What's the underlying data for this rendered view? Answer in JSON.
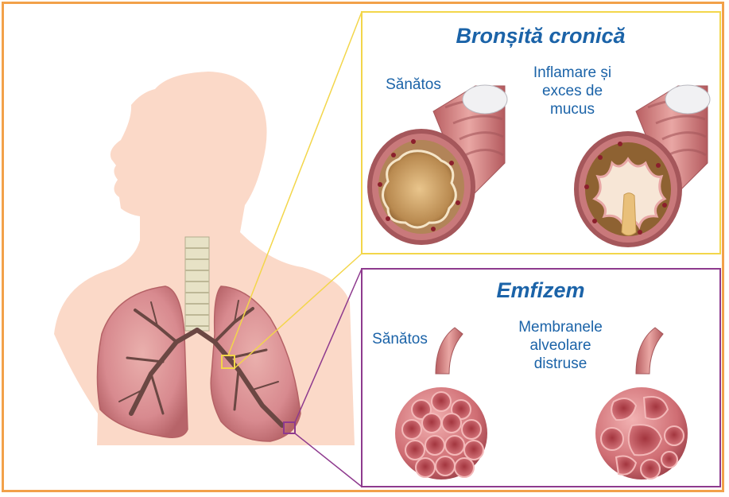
{
  "colors": {
    "frame_border": "#f2a14a",
    "bronchitis_panel_border": "#f3d64a",
    "emphysema_panel_border": "#8e3a8e",
    "label_text": "#1b63a8",
    "body_silhouette": "#fbd9c8",
    "lung_pink": "#d88a8f",
    "bronchi_brown": "#6b4743"
  },
  "bronchitis_panel": {
    "title": "Bronșită cronică",
    "healthy_label": "Sănătos",
    "diseased_label_lines": [
      "Inflamare și",
      "exces de",
      "mucus"
    ]
  },
  "emphysema_panel": {
    "title": "Emfizem",
    "healthy_label": "Sănătos",
    "diseased_label_lines": [
      "Membranele",
      "alveolare",
      "distruse"
    ]
  }
}
